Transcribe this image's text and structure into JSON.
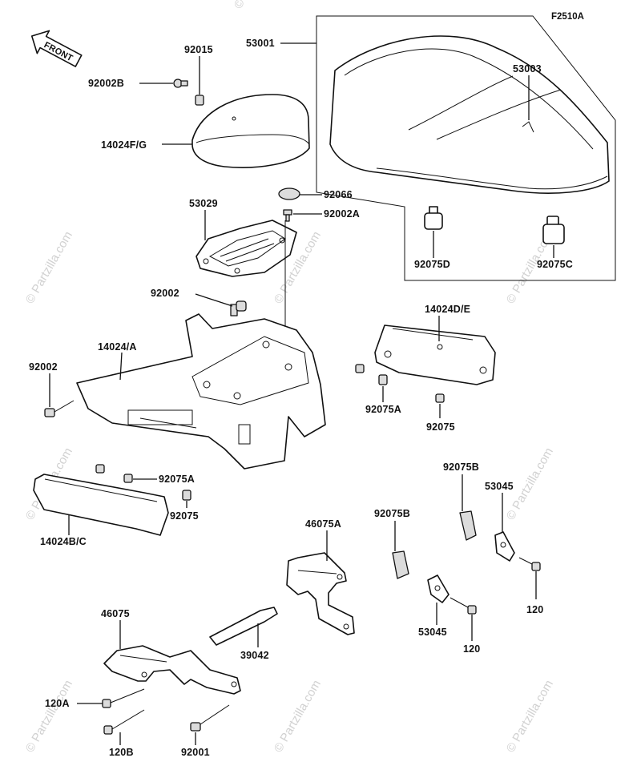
{
  "figure_code": "F2510A",
  "front_label": "FRONT",
  "watermark": "© Partzilla.com",
  "labels": {
    "p53001": "53001",
    "p53003": "53003",
    "p92015": "92015",
    "p92002B": "92002B",
    "p14024FG": "14024F/G",
    "p53029": "53029",
    "p92066": "92066",
    "p92002A": "92002A",
    "p92075D": "92075D",
    "p92075C": "92075C",
    "p92002_upper": "92002",
    "p14024DE": "14024D/E",
    "p14024A": "14024/A",
    "p92002_left": "92002",
    "p92075A_right": "92075A",
    "p92075_right": "92075",
    "p92075A_left": "92075A",
    "p92075_left": "92075",
    "p14024BC": "14024B/C",
    "p92075B_upper": "92075B",
    "p53045_upper": "53045",
    "p92075B_lower": "92075B",
    "p46075A": "46075A",
    "p120_right": "120",
    "p53045_lower": "53045",
    "p120_mid": "120",
    "p46075": "46075",
    "p39042": "39042",
    "p120A": "120A",
    "p120B": "120B",
    "p92001": "92001"
  }
}
